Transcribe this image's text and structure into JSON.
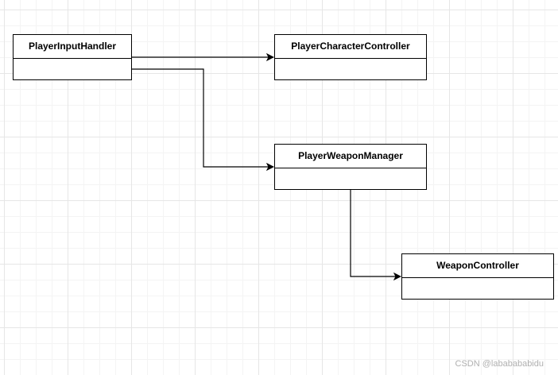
{
  "classes": [
    {
      "name": "PlayerInputHandler"
    },
    {
      "name": "PlayerCharacterController"
    },
    {
      "name": "PlayerWeaponManager"
    },
    {
      "name": "WeaponController"
    }
  ],
  "connections": [
    {
      "from": "PlayerInputHandler",
      "to": "PlayerCharacterController",
      "arrow": "open"
    },
    {
      "from": "PlayerInputHandler",
      "to": "PlayerWeaponManager",
      "arrow": "open"
    },
    {
      "from": "PlayerWeaponManager",
      "to": "WeaponController",
      "arrow": "open"
    }
  ],
  "colors": {
    "line": "#000000",
    "box_border": "#000000",
    "grid": "#e6e6e6"
  },
  "watermark": "CSDN @lababababidu"
}
